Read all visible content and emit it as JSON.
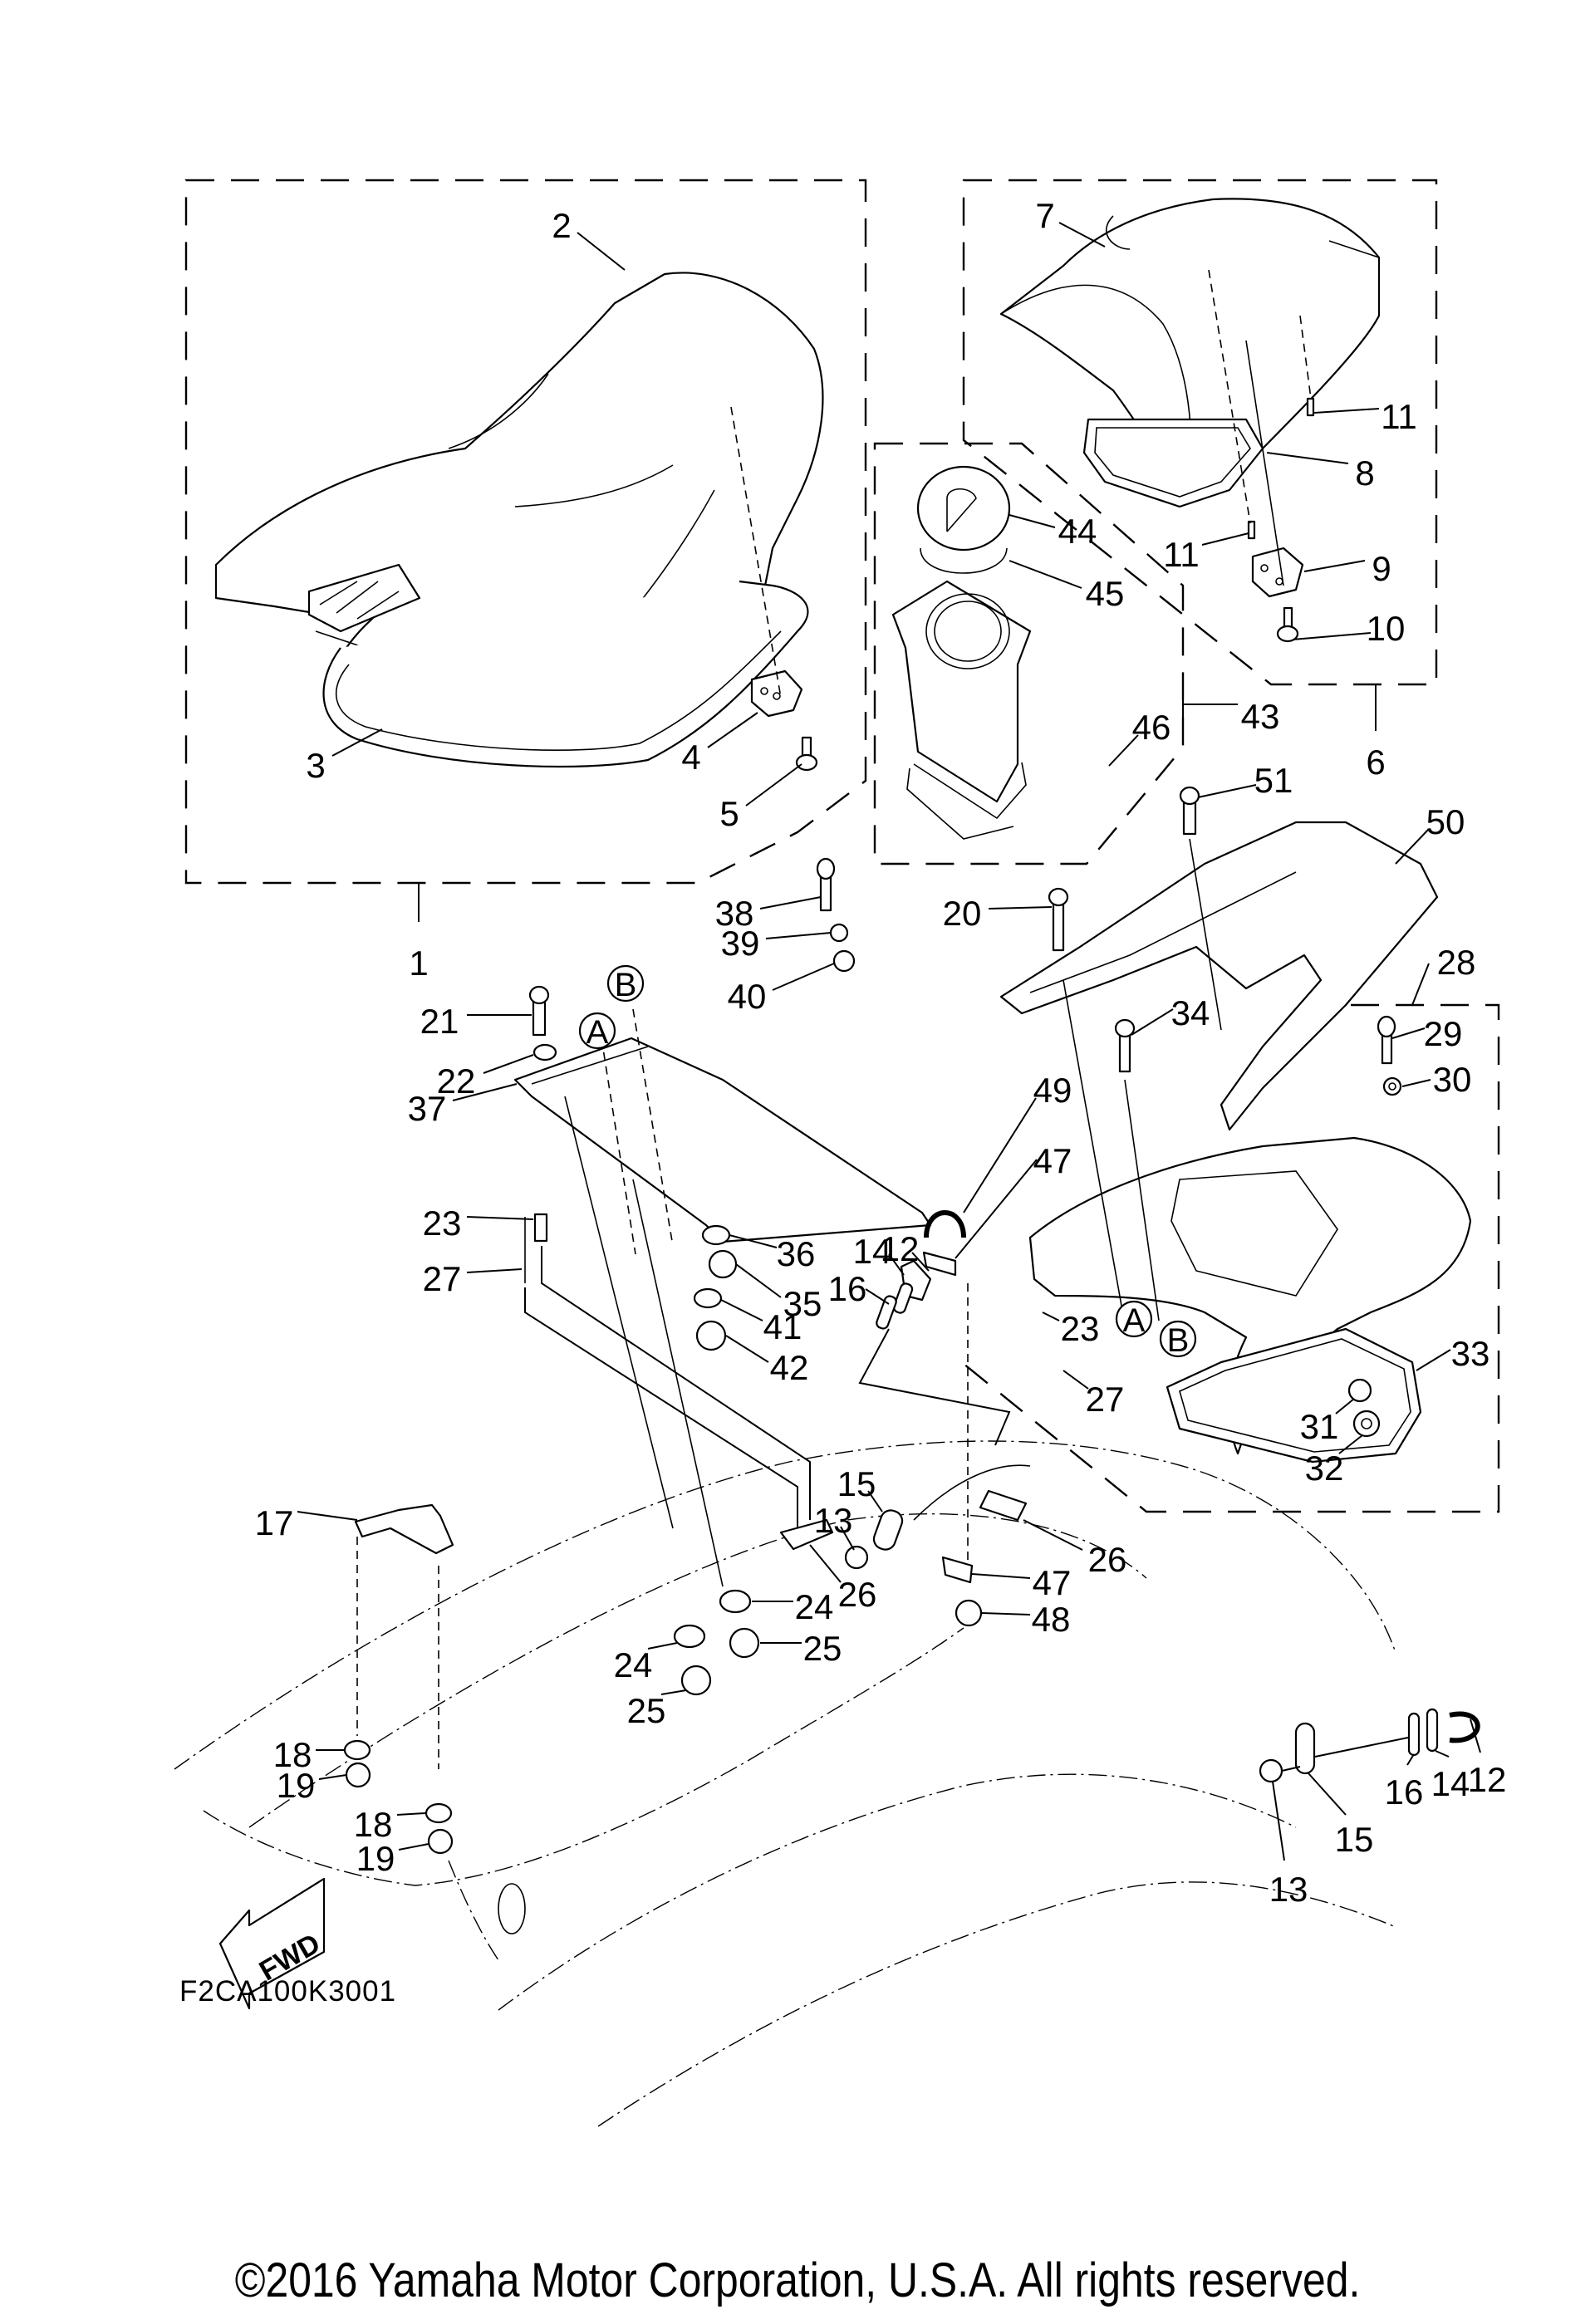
{
  "diagram": {
    "title": "Seat / Storage Parts Diagram",
    "figure_code": "F2CA100K3001",
    "copyright": "©2016 Yamaha Motor Corporation, U.S.A. All rights reserved.",
    "direction_marker": "FWD",
    "reference_markers": [
      "A",
      "B"
    ],
    "callouts": [
      {
        "id": "c1",
        "label": "1"
      },
      {
        "id": "c2",
        "label": "2"
      },
      {
        "id": "c3",
        "label": "3"
      },
      {
        "id": "c4",
        "label": "4"
      },
      {
        "id": "c5",
        "label": "5"
      },
      {
        "id": "c6",
        "label": "6"
      },
      {
        "id": "c7",
        "label": "7"
      },
      {
        "id": "c8",
        "label": "8"
      },
      {
        "id": "c9",
        "label": "9"
      },
      {
        "id": "c10",
        "label": "10"
      },
      {
        "id": "c11a",
        "label": "11"
      },
      {
        "id": "c11b",
        "label": "11"
      },
      {
        "id": "c12a",
        "label": "12"
      },
      {
        "id": "c12b",
        "label": "12"
      },
      {
        "id": "c13a",
        "label": "13"
      },
      {
        "id": "c13b",
        "label": "13"
      },
      {
        "id": "c14a",
        "label": "14"
      },
      {
        "id": "c14b",
        "label": "14"
      },
      {
        "id": "c15a",
        "label": "15"
      },
      {
        "id": "c15b",
        "label": "15"
      },
      {
        "id": "c16a",
        "label": "16"
      },
      {
        "id": "c16b",
        "label": "16"
      },
      {
        "id": "c17",
        "label": "17"
      },
      {
        "id": "c18a",
        "label": "18"
      },
      {
        "id": "c18b",
        "label": "18"
      },
      {
        "id": "c19a",
        "label": "19"
      },
      {
        "id": "c19b",
        "label": "19"
      },
      {
        "id": "c20",
        "label": "20"
      },
      {
        "id": "c21",
        "label": "21"
      },
      {
        "id": "c22",
        "label": "22"
      },
      {
        "id": "c23a",
        "label": "23"
      },
      {
        "id": "c23b",
        "label": "23"
      },
      {
        "id": "c24a",
        "label": "24"
      },
      {
        "id": "c24b",
        "label": "24"
      },
      {
        "id": "c25a",
        "label": "25"
      },
      {
        "id": "c25b",
        "label": "25"
      },
      {
        "id": "c26a",
        "label": "26"
      },
      {
        "id": "c26b",
        "label": "26"
      },
      {
        "id": "c27a",
        "label": "27"
      },
      {
        "id": "c27b",
        "label": "27"
      },
      {
        "id": "c28",
        "label": "28"
      },
      {
        "id": "c29",
        "label": "29"
      },
      {
        "id": "c30",
        "label": "30"
      },
      {
        "id": "c31",
        "label": "31"
      },
      {
        "id": "c32",
        "label": "32"
      },
      {
        "id": "c33",
        "label": "33"
      },
      {
        "id": "c34",
        "label": "34"
      },
      {
        "id": "c35",
        "label": "35"
      },
      {
        "id": "c36",
        "label": "36"
      },
      {
        "id": "c37",
        "label": "37"
      },
      {
        "id": "c38",
        "label": "38"
      },
      {
        "id": "c39",
        "label": "39"
      },
      {
        "id": "c40",
        "label": "40"
      },
      {
        "id": "c41",
        "label": "41"
      },
      {
        "id": "c42",
        "label": "42"
      },
      {
        "id": "c43",
        "label": "43"
      },
      {
        "id": "c44",
        "label": "44"
      },
      {
        "id": "c45",
        "label": "45"
      },
      {
        "id": "c46",
        "label": "46"
      },
      {
        "id": "c47a",
        "label": "47"
      },
      {
        "id": "c47b",
        "label": "47"
      },
      {
        "id": "c48",
        "label": "48"
      },
      {
        "id": "c49",
        "label": "49"
      },
      {
        "id": "c50",
        "label": "50"
      },
      {
        "id": "c51",
        "label": "51"
      }
    ]
  }
}
